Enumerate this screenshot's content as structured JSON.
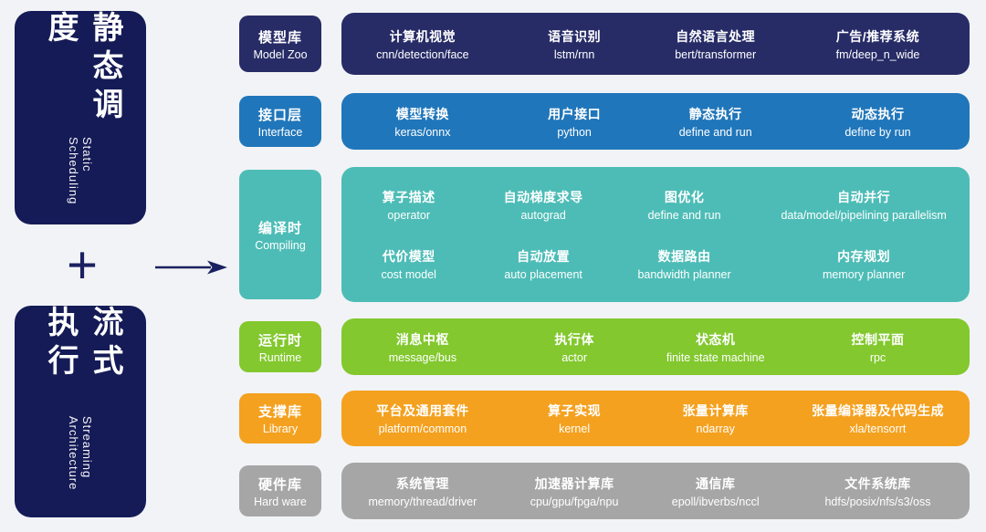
{
  "colors": {
    "background": "#f2f3f6",
    "left_block": "#141b56",
    "connector": "#1a2060",
    "text": "#ffffff",
    "row_model_zoo": "#272c67",
    "row_interface": "#2076ba",
    "row_compiling": "#4dbcb6",
    "row_runtime": "#82c82e",
    "row_library": "#f4a11f",
    "row_hardware": "#a6a6a6"
  },
  "left": {
    "plus": "+",
    "blocks": [
      {
        "zh": "静态调度",
        "en": "Static Scheduling"
      },
      {
        "zh": "流式执行",
        "en": "Streaming Architecture"
      }
    ]
  },
  "rows": [
    {
      "id": "model-zoo",
      "label_zh": "模型库",
      "label_en": "Model Zoo",
      "color": "#272c67",
      "groups": [
        [
          {
            "zh": "计算机视觉",
            "en": "cnn/detection/face"
          },
          {
            "zh": "语音识别",
            "en": "lstm/rnn"
          },
          {
            "zh": "自然语言处理",
            "en": "bert/transformer"
          },
          {
            "zh": "广告/推荐系统",
            "en": "fm/deep_n_wide"
          }
        ]
      ]
    },
    {
      "id": "interface",
      "label_zh": "接口层",
      "label_en": "Interface",
      "color": "#2076ba",
      "groups": [
        [
          {
            "zh": "模型转换",
            "en": "keras/onnx"
          },
          {
            "zh": "用户接口",
            "en": "python"
          },
          {
            "zh": "静态执行",
            "en": "define and run"
          },
          {
            "zh": "动态执行",
            "en": "define by run"
          }
        ]
      ]
    },
    {
      "id": "compiling",
      "label_zh": "编译时",
      "label_en": "Compiling",
      "color": "#4dbcb6",
      "groups": [
        [
          {
            "zh": "算子描述",
            "en": "operator"
          },
          {
            "zh": "自动梯度求导",
            "en": "autograd"
          },
          {
            "zh": "图优化",
            "en": "define and run"
          },
          {
            "zh": "自动并行",
            "en": "data/model/pipelining parallelism"
          }
        ],
        [
          {
            "zh": "代价模型",
            "en": "cost model"
          },
          {
            "zh": "自动放置",
            "en": "auto placement"
          },
          {
            "zh": "数据路由",
            "en": "bandwidth planner"
          },
          {
            "zh": "内存规划",
            "en": "memory planner"
          }
        ]
      ]
    },
    {
      "id": "runtime",
      "label_zh": "运行时",
      "label_en": "Runtime",
      "color": "#82c82e",
      "groups": [
        [
          {
            "zh": "消息中枢",
            "en": "message/bus"
          },
          {
            "zh": "执行体",
            "en": "actor"
          },
          {
            "zh": "状态机",
            "en": "finite state machine"
          },
          {
            "zh": "控制平面",
            "en": "rpc"
          }
        ]
      ]
    },
    {
      "id": "library",
      "label_zh": "支撑库",
      "label_en": "Library",
      "color": "#f4a11f",
      "groups": [
        [
          {
            "zh": "平台及通用套件",
            "en": "platform/common"
          },
          {
            "zh": "算子实现",
            "en": "kernel"
          },
          {
            "zh": "张量计算库",
            "en": "ndarray"
          },
          {
            "zh": "张量编译器及代码生成",
            "en": "xla/tensorrt"
          }
        ]
      ]
    },
    {
      "id": "hardware",
      "label_zh": "硬件库",
      "label_en": "Hard ware",
      "color": "#a6a6a6",
      "groups": [
        [
          {
            "zh": "系统管理",
            "en": "memory/thread/driver"
          },
          {
            "zh": "加速器计算库",
            "en": "cpu/gpu/fpga/npu"
          },
          {
            "zh": "通信库",
            "en": "epoll/ibverbs/nccl"
          },
          {
            "zh": "文件系统库",
            "en": "hdfs/posix/nfs/s3/oss"
          }
        ]
      ]
    }
  ]
}
